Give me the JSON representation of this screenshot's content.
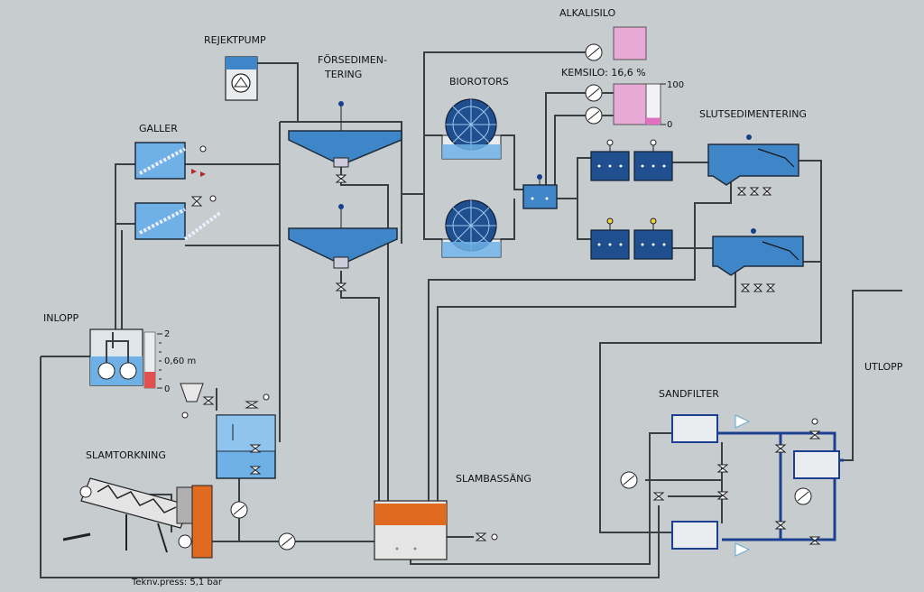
{
  "labels": {
    "alkalisilo": "ALKALISILO",
    "rejektpump": "REJEKTPUMP",
    "forsedimentering_1": "FÖRSEDIMEN-",
    "forsedimentering_2": "TERING",
    "biorotors": "BIOROTORS",
    "kemsilo": "KEMSILO: 16,6 %",
    "kemsilo_max": "100",
    "kemsilo_min": "0",
    "galler": "GALLER",
    "slutsedimentering": "SLUTSEDIMENTERING",
    "inlopp": "INLOPP",
    "inlopp_max": "2",
    "inlopp_level": "0,60 m",
    "inlopp_min": "0",
    "utlopp": "UTLOPP",
    "sandfilter": "SANDFILTER",
    "slamtorkning": "SLAMTORKNING",
    "slambassang": "SLAMBASSÄNG",
    "teknv_press": "Teknv.press: 5,1 bar"
  },
  "levels": {
    "kemsilo_percent": 16.6,
    "inlopp_m": 0.6,
    "inlopp_max_m": 2
  },
  "colors": {
    "background": "#c7cccf",
    "water": "#3f86c8",
    "silo_pink": "#e8a9d6",
    "sludge_orange": "#e06a1f",
    "level_red": "#e05050",
    "pipe_blue": "#1d3f8f"
  }
}
